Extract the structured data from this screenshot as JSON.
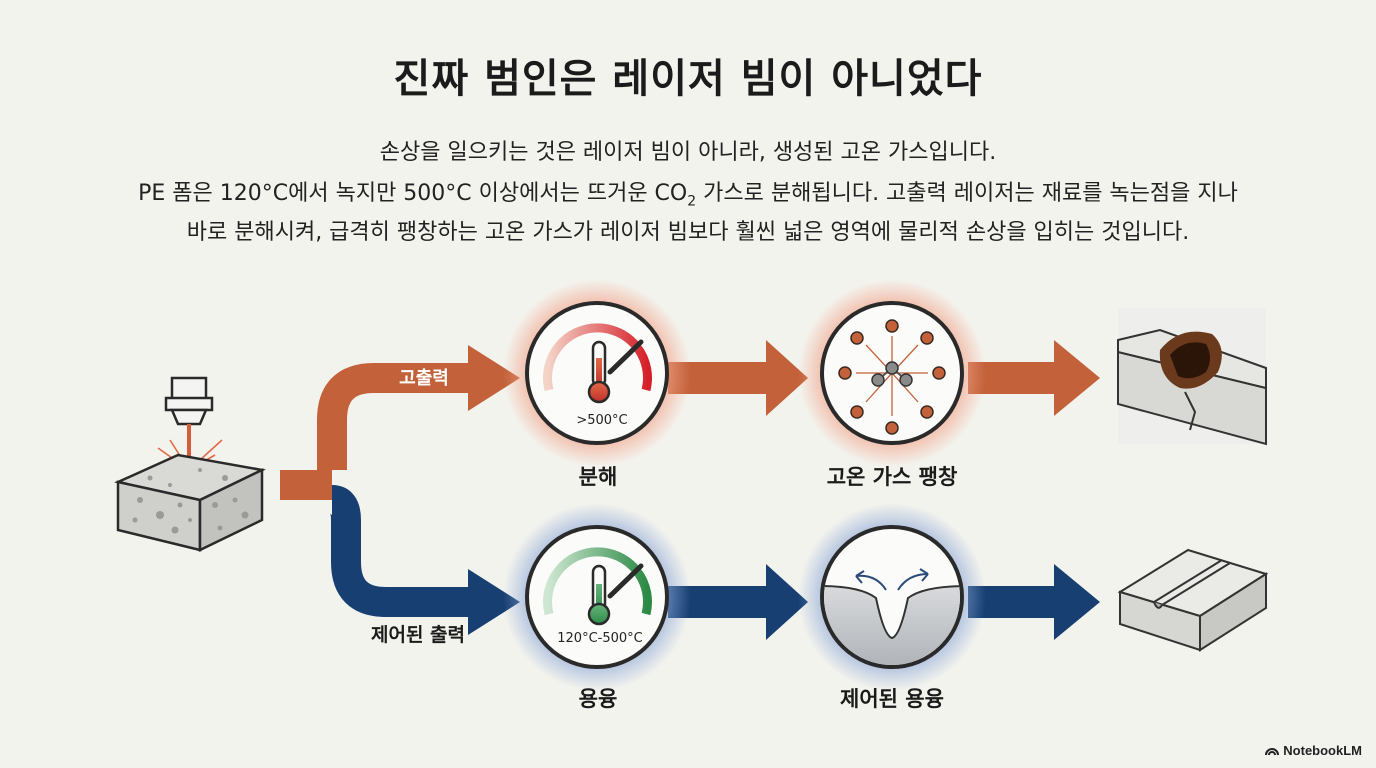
{
  "title": "진짜 범인은 레이저 빔이 아니었다",
  "description": {
    "line1": "손상을 일으키는 것은 레이저 빔이 아니라, 생성된 고온 가스입니다.",
    "line2_before": "PE 폼은 120°C에서 녹지만 500°C 이상에서는 뜨거운 CO",
    "line2_sub": "2",
    "line2_after": " 가스로 분해됩니다. 고출력 레이저는 재료를 녹는점을 지나",
    "line3": "바로 분해시켜, 급격히 팽창하는 고온 가스가 레이저 빔보다 훨씬 넓은 영역에 물리적 손상을 입히는 것입니다."
  },
  "paths": {
    "high": {
      "label": "고출력",
      "gauge_label": ">500°C",
      "step1": "분해",
      "step2": "고온 가스 팽창",
      "color": "#c3613a",
      "glow": "#e88a6a"
    },
    "controlled": {
      "label": "제어된 출력",
      "gauge_label": "120°C-500°C",
      "step1": "용융",
      "step2": "제어된 용융",
      "color": "#173f72",
      "glow": "#6f8fc4"
    }
  },
  "branding": "NotebookLM"
}
